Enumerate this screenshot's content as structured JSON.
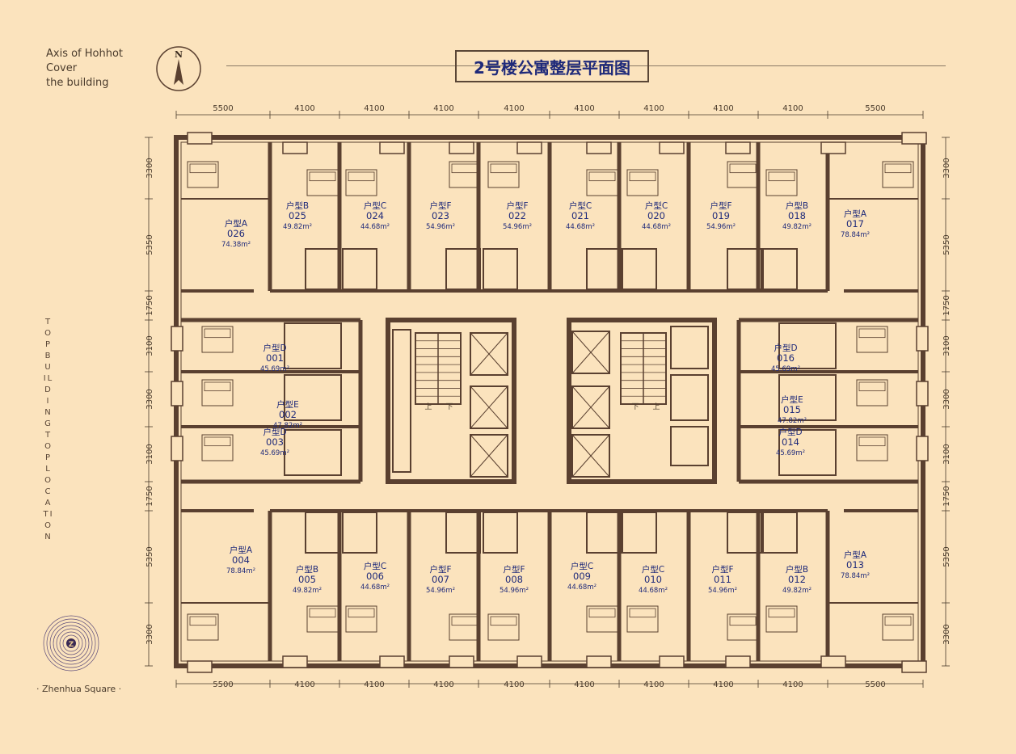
{
  "brand": {
    "line1": "Axis of Hohhot",
    "line2": "Cover",
    "line3": "the building"
  },
  "compass": {
    "letter": "N"
  },
  "title": "2号楼公寓整层平面图",
  "side_text": "TOP BUILDING TOP LOCATION",
  "footer": "· Zhenhua Square ·",
  "logo_letter": "Z",
  "colors": {
    "background": "#fbe3bd",
    "wall": "#5a4030",
    "room_label": "#1f2a7a",
    "dimension": "#4a3b2c"
  },
  "dimensions": {
    "top": [
      "5500",
      "4100",
      "4100",
      "4100",
      "4100",
      "4100",
      "4100",
      "4100",
      "4100",
      "5500"
    ],
    "bottom": [
      "5500",
      "4100",
      "4100",
      "4100",
      "4100",
      "4100",
      "4100",
      "4100",
      "4100",
      "5500"
    ],
    "left": [
      "3300",
      "5350",
      "1750",
      "3100",
      "3300",
      "3100",
      "1750",
      "5350",
      "3300"
    ],
    "right": [
      "3300",
      "5350",
      "1750",
      "3100",
      "3300",
      "3100",
      "1750",
      "5350",
      "3300"
    ]
  },
  "units": [
    {
      "type": "户型A",
      "num": "026",
      "area": "74.38m²"
    },
    {
      "type": "户型B",
      "num": "025",
      "area": "49.82m²"
    },
    {
      "type": "户型C",
      "num": "024",
      "area": "44.68m²"
    },
    {
      "type": "户型F",
      "num": "023",
      "area": "54.96m²"
    },
    {
      "type": "户型F",
      "num": "022",
      "area": "54.96m²"
    },
    {
      "type": "户型C",
      "num": "021",
      "area": "44.68m²"
    },
    {
      "type": "户型C",
      "num": "020",
      "area": "44.68m²"
    },
    {
      "type": "户型F",
      "num": "019",
      "area": "54.96m²"
    },
    {
      "type": "户型B",
      "num": "018",
      "area": "49.82m²"
    },
    {
      "type": "户型A",
      "num": "017",
      "area": "78.84m²"
    },
    {
      "type": "户型D",
      "num": "001",
      "area": "45.69m²"
    },
    {
      "type": "户型E",
      "num": "002",
      "area": "47.82m²"
    },
    {
      "type": "户型D",
      "num": "003",
      "area": "45.69m²"
    },
    {
      "type": "户型D",
      "num": "016",
      "area": "45.69m²"
    },
    {
      "type": "户型E",
      "num": "015",
      "area": "47.82m²"
    },
    {
      "type": "户型D",
      "num": "014",
      "area": "45.69m²"
    },
    {
      "type": "户型A",
      "num": "004",
      "area": "78.84m²"
    },
    {
      "type": "户型B",
      "num": "005",
      "area": "49.82m²"
    },
    {
      "type": "户型C",
      "num": "006",
      "area": "44.68m²"
    },
    {
      "type": "户型F",
      "num": "007",
      "area": "54.96m²"
    },
    {
      "type": "户型F",
      "num": "008",
      "area": "54.96m²"
    },
    {
      "type": "户型C",
      "num": "009",
      "area": "44.68m²"
    },
    {
      "type": "户型C",
      "num": "010",
      "area": "44.68m²"
    },
    {
      "type": "户型F",
      "num": "011",
      "area": "54.96m²"
    },
    {
      "type": "户型B",
      "num": "012",
      "area": "49.82m²"
    },
    {
      "type": "户型A",
      "num": "013",
      "area": "78.84m²"
    }
  ],
  "stair_labels": {
    "up": "上",
    "down": "下"
  }
}
